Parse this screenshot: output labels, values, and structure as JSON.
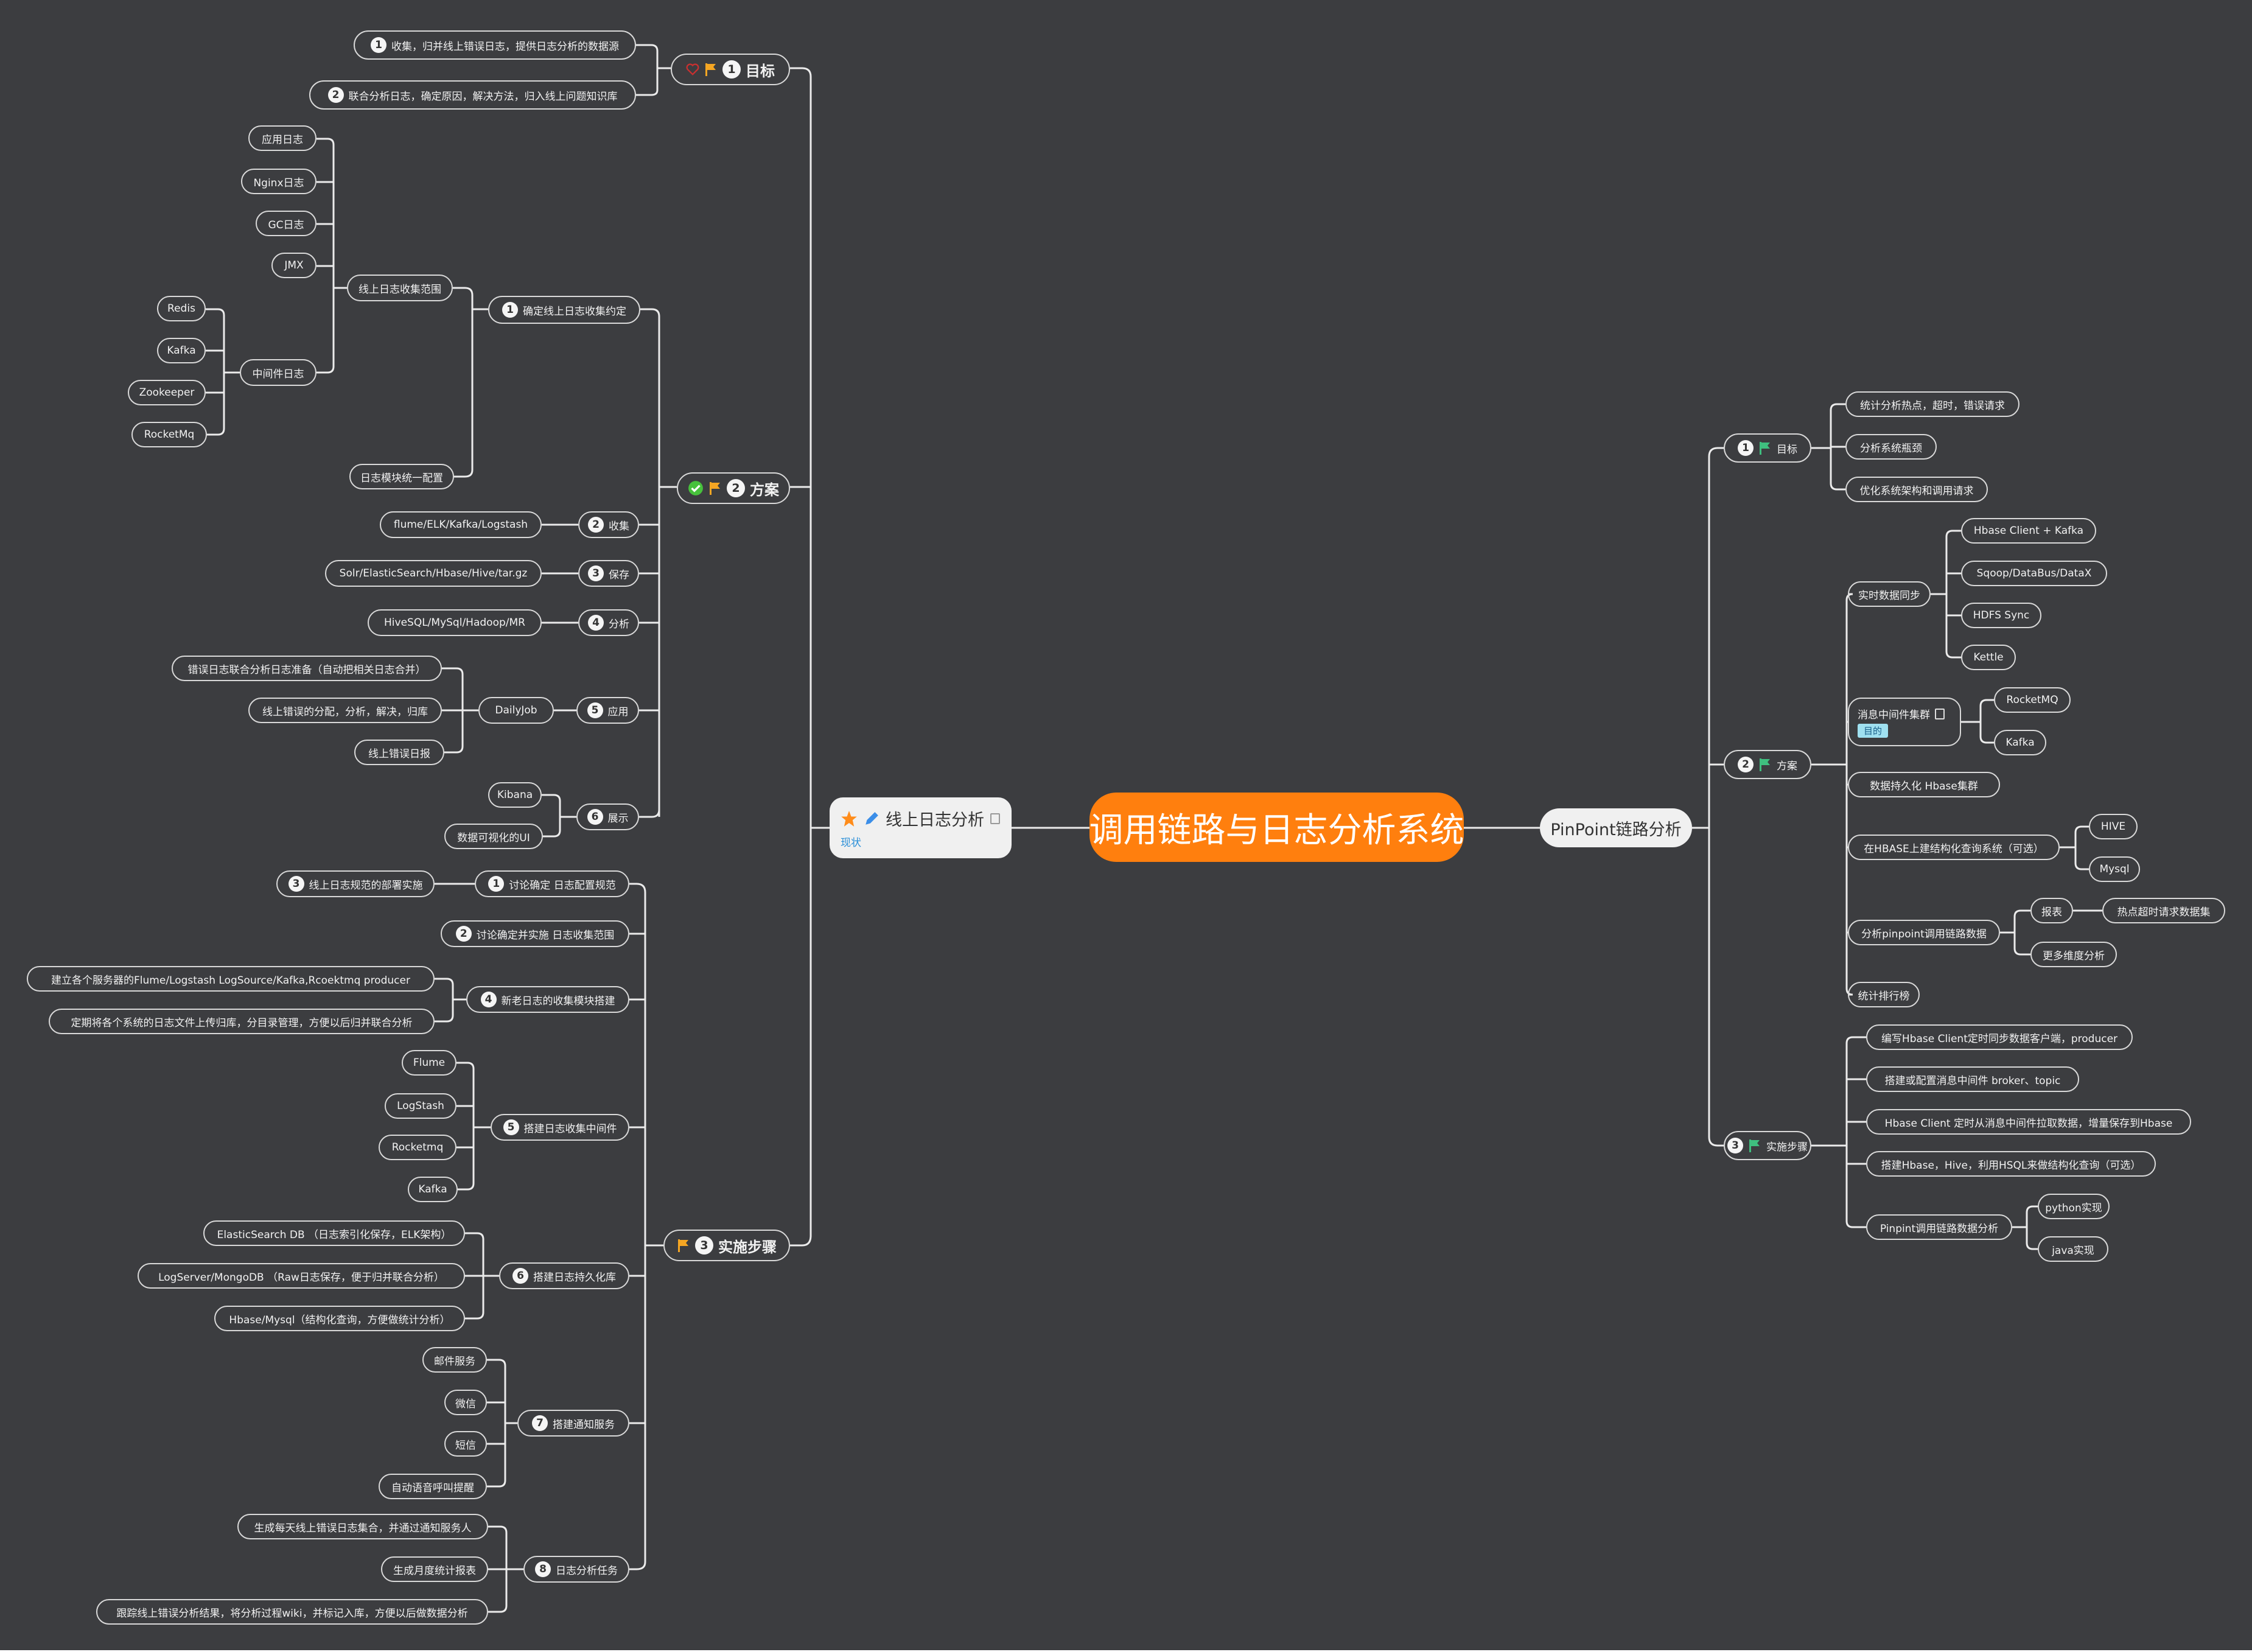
{
  "center": {
    "label": "调用链路与日志分析系统"
  },
  "left_main": {
    "label": "线上日志分析",
    "tag": "现状"
  },
  "right_main": {
    "label": "PinPoint链路分析"
  },
  "colors": {
    "background": "#3c3d40",
    "center": "#ff7f0e",
    "line": "#ebebeb",
    "flag_orange": "#f5a623",
    "flag_green": "#3fbf7f",
    "check_green": "#47c13c",
    "heart_red": "#c93030",
    "star_orange": "#ff8c1a",
    "pen_blue": "#3b8ee8"
  },
  "left": {
    "goal": {
      "label": "目标",
      "num": "1",
      "items": [
        {
          "num": "1",
          "label": "收集，归并线上错误日志，提供日志分析的数据源"
        },
        {
          "num": "2",
          "label": "联合分析日志，确定原因，解决方法，归入线上问题知识库"
        }
      ]
    },
    "plan": {
      "label": "方案",
      "num": "2",
      "confirm": {
        "num": "1",
        "label": "确定线上日志收集约定",
        "scope": {
          "label": "线上日志收集范围",
          "items": [
            "应用日志",
            "Nginx日志",
            "GC日志",
            "JMX"
          ],
          "middleware": {
            "label": "中间件日志",
            "items": [
              "Redis",
              "Kafka",
              "Zookeeper",
              "RocketMq"
            ]
          }
        },
        "unified": "日志模块统一配置"
      },
      "collect": {
        "num": "2",
        "label": "收集",
        "value": "flume/ELK/Kafka/Logstash"
      },
      "save": {
        "num": "3",
        "label": "保存",
        "value": "Solr/ElasticSearch/Hbase/Hive/tar.gz"
      },
      "analyze": {
        "num": "4",
        "label": "分析",
        "value": "HiveSQL/MySql/Hadoop/MR"
      },
      "apply": {
        "num": "5",
        "label": "应用",
        "job": "DailyJob",
        "items": [
          "错误日志联合分析日志准备（自动把相关日志合并）",
          "线上错误的分配，分析，解决，归库",
          "线上错误日报"
        ]
      },
      "show": {
        "num": "6",
        "label": "展示",
        "items": [
          "Kibana",
          "数据可视化的UI"
        ]
      }
    },
    "steps": {
      "label": "实施步骤",
      "num": "3",
      "s1": {
        "num": "1",
        "label": "讨论确定 日志配置规范",
        "child_num": "3",
        "child": "线上日志规范的部署实施"
      },
      "s2": {
        "num": "2",
        "label": "讨论确定并实施 日志收集范围"
      },
      "s4": {
        "num": "4",
        "label": "新老日志的收集模块搭建",
        "items": [
          "建立各个服务器的Flume/Logstash LogSource/Kafka,Rcoektmq producer",
          "定期将各个系统的日志文件上传归库，分目录管理，方便以后归并联合分析"
        ]
      },
      "s5": {
        "num": "5",
        "label": "搭建日志收集中间件",
        "items": [
          "Flume",
          "LogStash",
          "Rocketmq",
          "Kafka"
        ]
      },
      "s6": {
        "num": "6",
        "label": "搭建日志持久化库",
        "items": [
          "ElasticSearch DB （日志索引化保存，ELK架构）",
          "LogServer/MongoDB （Raw日志保存，便于归并联合分析）",
          "Hbase/Mysql（结构化查询，方便做统计分析）"
        ]
      },
      "s7": {
        "num": "7",
        "label": "搭建通知服务",
        "items": [
          "邮件服务",
          "微信",
          "短信",
          "自动语音呼叫提醒"
        ]
      },
      "s8": {
        "num": "8",
        "label": "日志分析任务",
        "items": [
          "生成每天线上错误日志集合，并通过通知服务人",
          "生成月度统计报表",
          "跟踪线上错误分析结果，将分析过程wiki，并标记入库，方便以后做数据分析"
        ]
      }
    }
  },
  "right": {
    "goal": {
      "num": "1",
      "label": "目标",
      "items": [
        "统计分析热点，超时，错误请求",
        "分析系统瓶颈",
        "优化系统架构和调用请求"
      ]
    },
    "plan": {
      "num": "2",
      "label": "方案",
      "realtime": {
        "label": "实时数据同步",
        "items": [
          "Hbase Client + Kafka",
          "Sqoop/DataBus/DataX",
          "HDFS Sync",
          "Kettle"
        ]
      },
      "mq": {
        "label": "消息中间件集群",
        "tag": "目的",
        "items": [
          "RocketMQ",
          "Kafka"
        ]
      },
      "persist": "数据持久化  Hbase集群",
      "hbase_query": {
        "label": "在HBASE上建结构化查询系统（可选）",
        "items": [
          "HIVE",
          "Mysql"
        ]
      },
      "pinpoint": {
        "label": "分析pinpoint调用链路数据",
        "report": "报表",
        "report_child": "热点超时请求数据集",
        "more": "更多维度分析"
      },
      "ranking": "统计排行榜"
    },
    "steps": {
      "num": "3",
      "label": "实施步骤",
      "items": [
        "编写Hbase Client定时同步数据客户端，producer",
        "搭建或配置消息中间件 broker、topic",
        "Hbase Client 定时从消息中间件拉取数据，增量保存到Hbase",
        "搭建Hbase，Hive，利用HSQL来做结构化查询（可选）"
      ],
      "pinpoint": {
        "label": "Pinpint调用链路数据分析",
        "items": [
          "python实现",
          "java实现"
        ]
      }
    }
  }
}
